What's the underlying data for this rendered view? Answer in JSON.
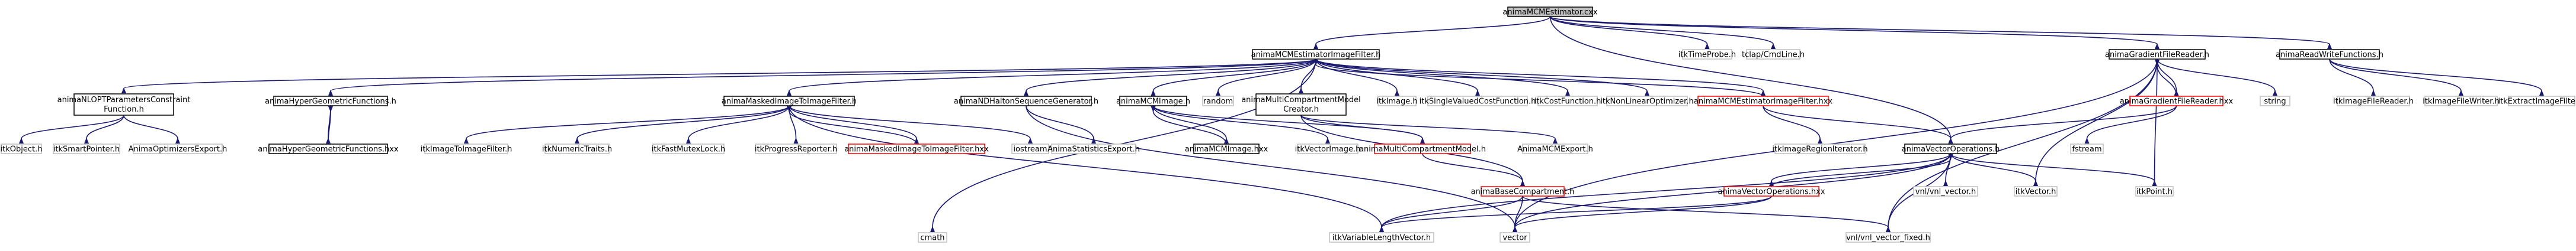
{
  "nodes": {
    "root": {
      "label": "animaMCMEstimator.cxx"
    },
    "estFilterH": {
      "label": "animaMCMEstimatorImageFilter.h"
    },
    "itkTimeProbe": {
      "label": "itkTimeProbe.h"
    },
    "tclap": {
      "label": "tclap/CmdLine.h"
    },
    "gradReaderH": {
      "label": "animaGradientFileReader.h"
    },
    "readWriteH": {
      "label": "animaReadWriteFunctions.h"
    },
    "nloptH": {
      "label1": "animaNLOPTParametersConstraint",
      "label2": "Function.h"
    },
    "hypergeomH": {
      "label": "animaHyperGeometricFunctions.h"
    },
    "maskedH": {
      "label": "animaMaskedImageToImageFilter.h"
    },
    "ndHaltonH": {
      "label": "animaNDHaltonSequenceGenerator.h"
    },
    "mcmImageH": {
      "label": "animaMCMImage.h"
    },
    "random": {
      "label": "random"
    },
    "mcmCreatorH": {
      "label1": "animaMultiCompartmentModel",
      "label2": "Creator.h"
    },
    "itkImageH": {
      "label": "itkImage.h"
    },
    "itkSVCF": {
      "label": "itkSingleValuedCostFunction.h"
    },
    "itkCostF": {
      "label": "itkCostFunction.h"
    },
    "itkNLOpt": {
      "label": "itkNonLinearOptimizer.h"
    },
    "estFilterHxx": {
      "label": "animaMCMEstimatorImageFilter.hxx"
    },
    "gradReaderHxx": {
      "label": "animaGradientFileReader.hxx"
    },
    "string": {
      "label": "string"
    },
    "itkImageFileReader": {
      "label": "itkImageFileReader.h"
    },
    "itkImageFileWriter": {
      "label": "itkImageFileWriter.h"
    },
    "itkExtractImage": {
      "label": "itkExtractImageFilter.h"
    },
    "itkObject": {
      "label": "itkObject.h"
    },
    "itkSmartPointer": {
      "label": "itkSmartPointer.h"
    },
    "optExport": {
      "label": "AnimaOptimizersExport.h"
    },
    "hypergeomHxx": {
      "label": "animaHyperGeometricFunctions.hxx"
    },
    "itkImgToImg": {
      "label": "itkImageToImageFilter.h"
    },
    "itkNumTraits": {
      "label": "itkNumericTraits.h"
    },
    "itkFastMutex": {
      "label": "itkFastMutexLock.h"
    },
    "itkProgress": {
      "label": "itkProgressReporter.h"
    },
    "maskedHxx": {
      "label": "animaMaskedImageToImageFilter.hxx"
    },
    "iostream": {
      "label": "iostream"
    },
    "statExport": {
      "label": "AnimaStatisticsExport.h"
    },
    "mcmImageHxx": {
      "label": "animaMCMImage.hxx"
    },
    "itkVectorImage": {
      "label": "itkVectorImage.h"
    },
    "mcmModelH": {
      "label": "animaMultiCompartmentModel.h"
    },
    "mcmExport": {
      "label": "AnimaMCMExport.h"
    },
    "itkImageRegionIt": {
      "label": "itkImageRegionIterator.h"
    },
    "vecOpsH": {
      "label": "animaVectorOperations.h"
    },
    "fstream": {
      "label": "fstream"
    },
    "baseCompH": {
      "label": "animaBaseCompartment.h"
    },
    "vecOpsHxx": {
      "label": "animaVectorOperations.hxx"
    },
    "vnlVector": {
      "label": "vnl/vnl_vector.h"
    },
    "itkVectorH": {
      "label": "itkVector.h"
    },
    "itkPoint": {
      "label": "itkPoint.h"
    },
    "cmath": {
      "label": "cmath"
    },
    "itkVarLen": {
      "label": "itkVariableLengthVector.h"
    },
    "vector": {
      "label": "vector"
    },
    "vnlVecFixed": {
      "label": "vnl/vnl_vector_fixed.h"
    }
  },
  "colors": {
    "edge": "#191970",
    "root_fill": "#bfbfbf",
    "node_border": "#000000",
    "leaf_border": "#bfbfbf",
    "red_border": "#ff0000"
  }
}
